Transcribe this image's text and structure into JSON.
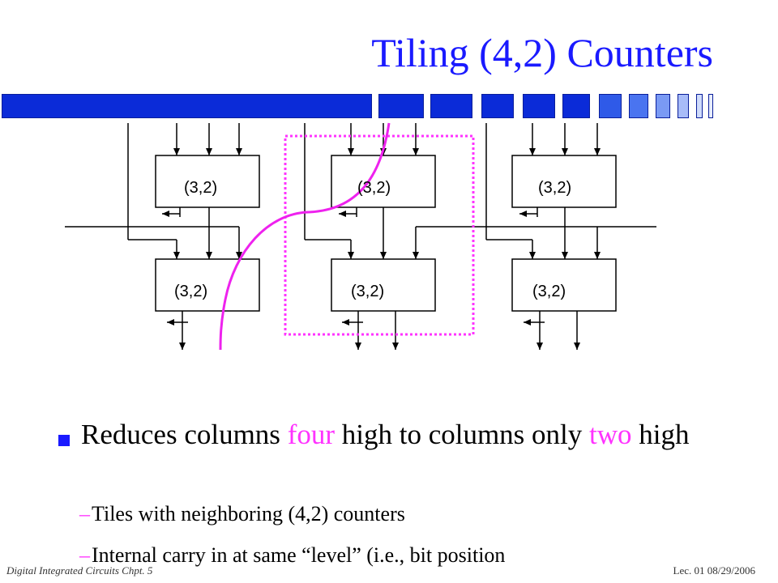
{
  "slide": {
    "title": "Tiling (4,2) Counters"
  },
  "diagram": {
    "counter_label": "(3,2)"
  },
  "bullets": {
    "main_part1": "Reduces columns ",
    "main_accent1": "four",
    "main_part2": " high to columns only ",
    "main_accent2": "two",
    "main_part3": " high",
    "sub1": "Tiles with neighboring (4,2) counters",
    "sub2": "Internal carry in at same “level” (i.e., bit position"
  },
  "footer": {
    "left": "Digital Integrated Circuits Chpt. 5",
    "right": "Lec. 01 08/29/2006"
  },
  "colors": {
    "title": "#1a1aff",
    "accent": "#ff33ff",
    "bar": "#0b2bd8"
  }
}
